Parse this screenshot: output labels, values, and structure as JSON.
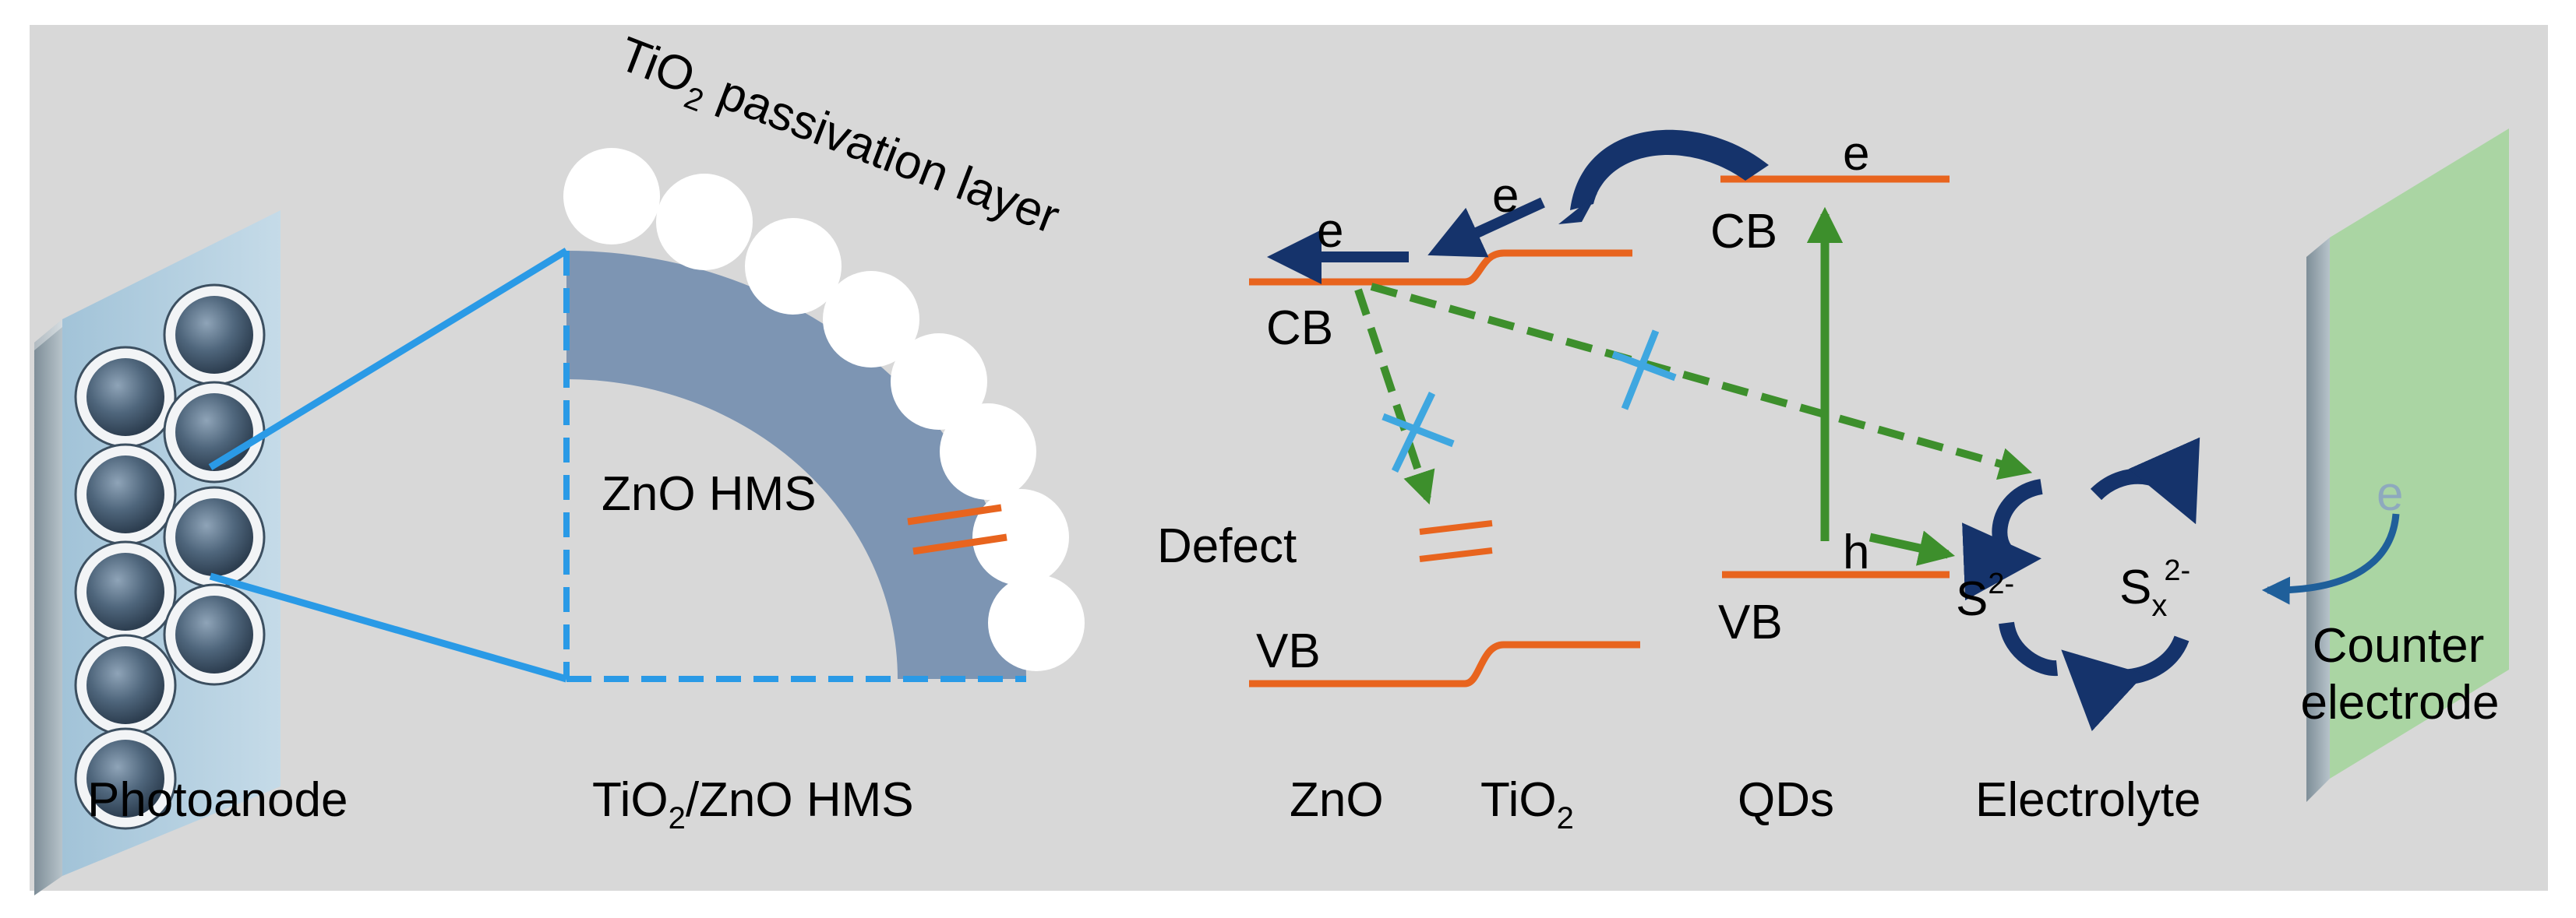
{
  "photoanode": {
    "label": "Photoanode"
  },
  "hms": {
    "core_label": "ZnO HMS",
    "caption_pre": "TiO",
    "caption_sub": "2",
    "caption_post": "/ZnO HMS",
    "layer_pre": "TiO",
    "layer_sub": "2",
    "layer_post": " passivation layer"
  },
  "bands": {
    "cb_label": "CB",
    "vb_label": "VB",
    "defect_label": "Defect",
    "qd_cb_label": "CB",
    "qd_vb_label": "VB",
    "electron_label": "e",
    "hole_label": "h"
  },
  "columns": {
    "zno": "ZnO",
    "tio2_pre": "TiO",
    "tio2_sub": "2",
    "qds": "QDs",
    "electrolyte": "Electrolyte"
  },
  "electrolyte": {
    "s_base": "S",
    "s_sup": "2-",
    "sx_base": "S",
    "sx_sub": "x",
    "sx_sup": "2-"
  },
  "counter": {
    "line1": "Counter",
    "line2": "electrode",
    "electron_label": "e"
  },
  "colors": {
    "background": "#d8d8d8",
    "band": "#e8641e",
    "shell": "#7d95b3",
    "zoom_line": "#2a9ae6",
    "navy_arrow": "#15336b",
    "green_arrow": "#3d8f2c",
    "blocked_mark": "#3fa7e0",
    "counter_electrode": "#a8d5a0"
  }
}
